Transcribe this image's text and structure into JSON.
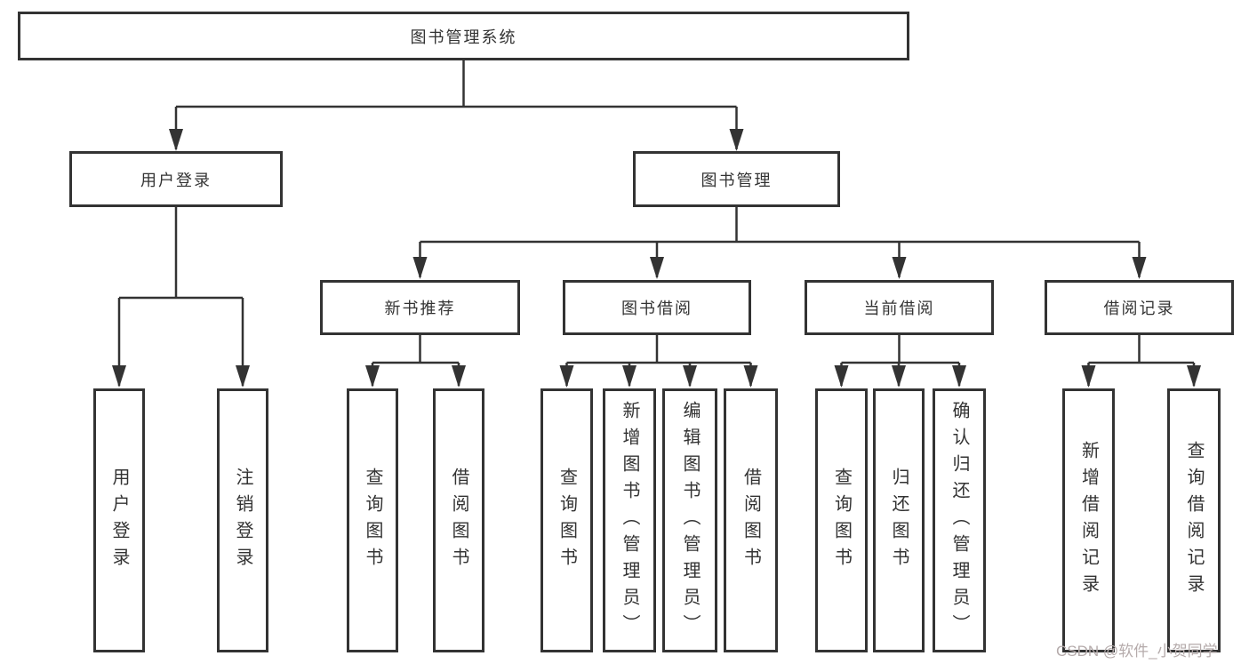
{
  "diagram": {
    "root": {
      "label": "图书管理系统"
    },
    "level2": [
      {
        "label": "用户登录"
      },
      {
        "label": "图书管理"
      }
    ],
    "level3": [
      {
        "label": "新书推荐"
      },
      {
        "label": "图书借阅"
      },
      {
        "label": "当前借阅"
      },
      {
        "label": "借阅记录"
      }
    ],
    "leaves": {
      "user_login": [
        {
          "label": "用户登录"
        },
        {
          "label": "注销登录"
        }
      ],
      "new_book": [
        {
          "label": "查询图书"
        },
        {
          "label": "借阅图书"
        }
      ],
      "book_borrow": [
        {
          "label": "查询图书"
        },
        {
          "label": "新增图书（管理员）"
        },
        {
          "label": "编辑图书（管理员）"
        },
        {
          "label": "借阅图书"
        }
      ],
      "current_borrow": [
        {
          "label": "查询图书"
        },
        {
          "label": "归还图书"
        },
        {
          "label": "确认归还（管理员）"
        }
      ],
      "borrow_records": [
        {
          "label": "新增借阅记录"
        },
        {
          "label": "查询借阅记录"
        }
      ]
    },
    "colors": {
      "border": "#333333",
      "line": "#333333",
      "text": "#333333",
      "background": "#ffffff",
      "watermark": "#b5abab"
    }
  },
  "watermark": {
    "text": "CSDN @软件_小贺同学"
  }
}
